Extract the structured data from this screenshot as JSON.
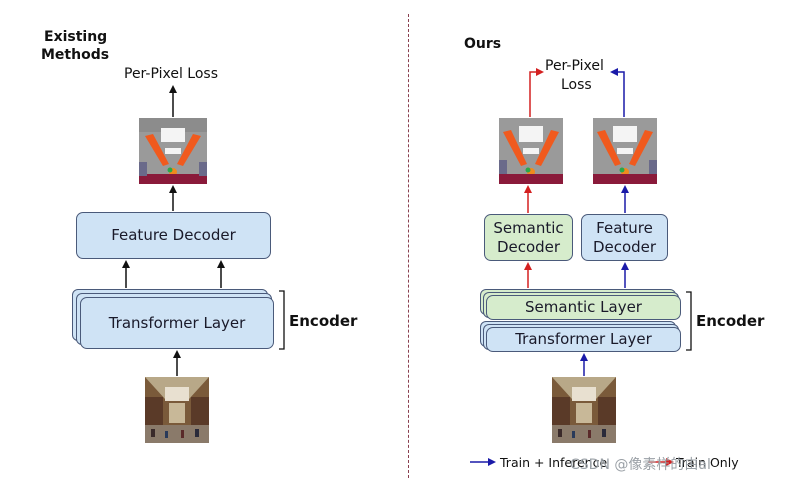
{
  "left": {
    "title_line1": "Existing",
    "title_line2": "Methods",
    "loss_label": "Per-Pixel Loss",
    "decoder_label": "Feature Decoder",
    "transformer_label": "Transformer Layer",
    "encoder_label": "Encoder"
  },
  "right": {
    "title": "Ours",
    "loss_line1": "Per-Pixel",
    "loss_line2": "Loss",
    "semantic_decoder_line1": "Semantic",
    "semantic_decoder_line2": "Decoder",
    "feature_decoder_line1": "Feature",
    "feature_decoder_line2": "Decoder",
    "semantic_layer_label": "Semantic Layer",
    "transformer_label": "Transformer Layer",
    "encoder_label": "Encoder"
  },
  "legend": {
    "train_inference": "Train + Inference",
    "train_only": "Train Only"
  },
  "watermark": "CSDN @像素样的由al",
  "colors": {
    "train_inference": "#1a1aa8",
    "train_only": "#d42020",
    "feature_box": "#cfe3f5",
    "semantic_box": "#d6eccc",
    "divider": "#8a4050"
  }
}
